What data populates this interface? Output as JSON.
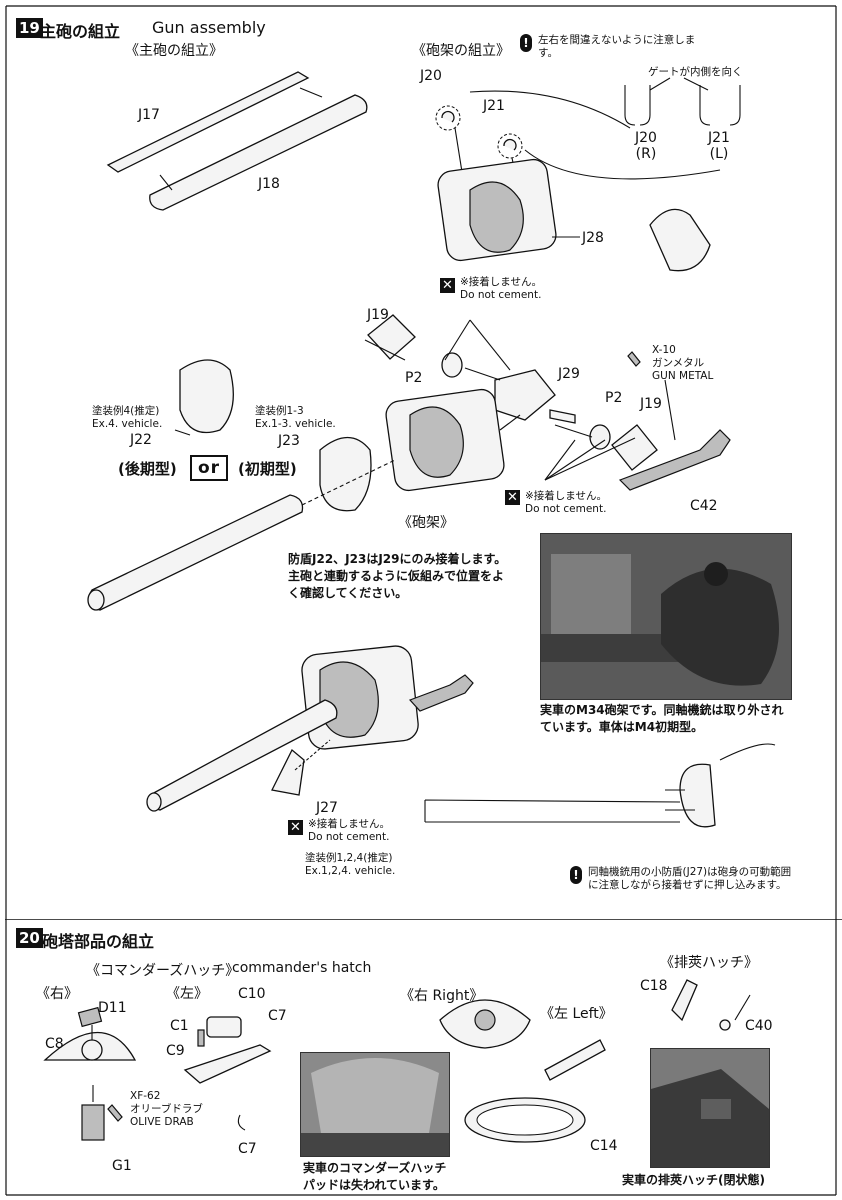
{
  "step19": {
    "number": "19",
    "title_jp": "主砲の組立",
    "title_en": "Gun assembly",
    "sub_gun": "《主砲の組立》",
    "sub_mount": "《砲架の組立》",
    "warn_lr": "左右を間違えないように注意します。",
    "gate_note": "ゲートが内側を向く",
    "parts": {
      "j17": "J17",
      "j18": "J18",
      "j20": "J20",
      "j21": "J21",
      "j20r": "J20",
      "j20r_side": "(R)",
      "j21l": "J21",
      "j21l_side": "(L)",
      "j28": "J28",
      "j19a": "J19",
      "j19b": "J19",
      "p2a": "P2",
      "p2b": "P2",
      "j29": "J29",
      "j22": "J22",
      "j23": "J23",
      "c42": "C42",
      "j27": "J27"
    },
    "no_cement_jp": "※接着しません。",
    "no_cement_en": "Do not cement.",
    "paint": {
      "code": "X-10",
      "jp": "ガンメタル",
      "en": "GUN METAL"
    },
    "ex4_jp": "塗装例4(推定)",
    "ex4_en": "Ex.4. vehicle.",
    "ex13_jp": "塗装例1-3",
    "ex13_en": "Ex.1-3. vehicle.",
    "late": "(後期型)",
    "or": "or",
    "early": "(初期型)",
    "mount_caption": "《砲架》",
    "shield_note": "防盾J22、J23はJ29にのみ接着します。主砲と連動するように仮組みで位置をよく確認してください。",
    "photo_caption": "実車のM34砲架です。同軸機銃は取り外されています。車体はM4初期型。",
    "ex124_jp": "塗装例1,2,4(推定)",
    "ex124_en": "Ex.1,2,4. vehicle.",
    "mg_note": "同軸機銃用の小防盾(J27)は砲身の可動範囲に注意しながら接着せずに押し込みます。"
  },
  "step20": {
    "number": "20",
    "title_jp": "砲塔部品の組立",
    "sub_cmd": "《コマンダーズハッチ》",
    "sub_cmd_en": "commander's hatch",
    "right": "《右》",
    "left": "《左》",
    "right_en": "《右 Right》",
    "left_en": "《左 Left》",
    "sub_eject": "《排莢ハッチ》",
    "parts": {
      "d11": "D11",
      "c8": "C8",
      "g1": "G1",
      "c10": "C10",
      "c1": "C1",
      "c9": "C9",
      "c7a": "C7",
      "c7b": "C7",
      "c14": "C14",
      "c18": "C18",
      "c40": "C40"
    },
    "paint": {
      "code": "XF-62",
      "jp": "オリーブドラブ",
      "en": "OLIVE DRAB"
    },
    "photo1_caption": "実車のコマンダーズハッチパッドは失われています。",
    "photo2_caption": "実車の排莢ハッチ(閉状態)"
  }
}
